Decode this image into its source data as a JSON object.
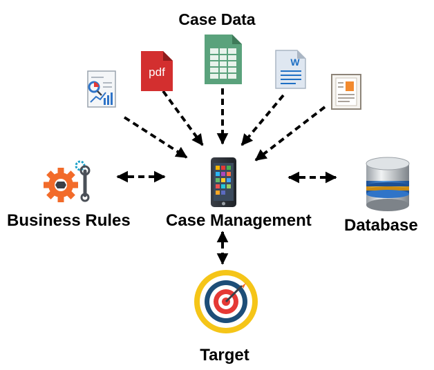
{
  "labels": {
    "case_data": "Case Data",
    "business_rules": "Business Rules",
    "case_management": "Case Management",
    "database": "Database",
    "target": "Target"
  },
  "icons": {
    "pdf_text": "pdf",
    "word_letter": "W"
  },
  "colors": {
    "arrow": "#000000",
    "pdf_red": "#d32f2f",
    "sheet_green": "#5aa27c",
    "doc_blue": "#1e6fc4",
    "gear_orange": "#f26b2a",
    "target_yellow": "#f5c518",
    "target_blue": "#1d4e78",
    "target_red": "#e53935",
    "db_blue": "#2f74c8",
    "db_yellow": "#f2b134"
  }
}
